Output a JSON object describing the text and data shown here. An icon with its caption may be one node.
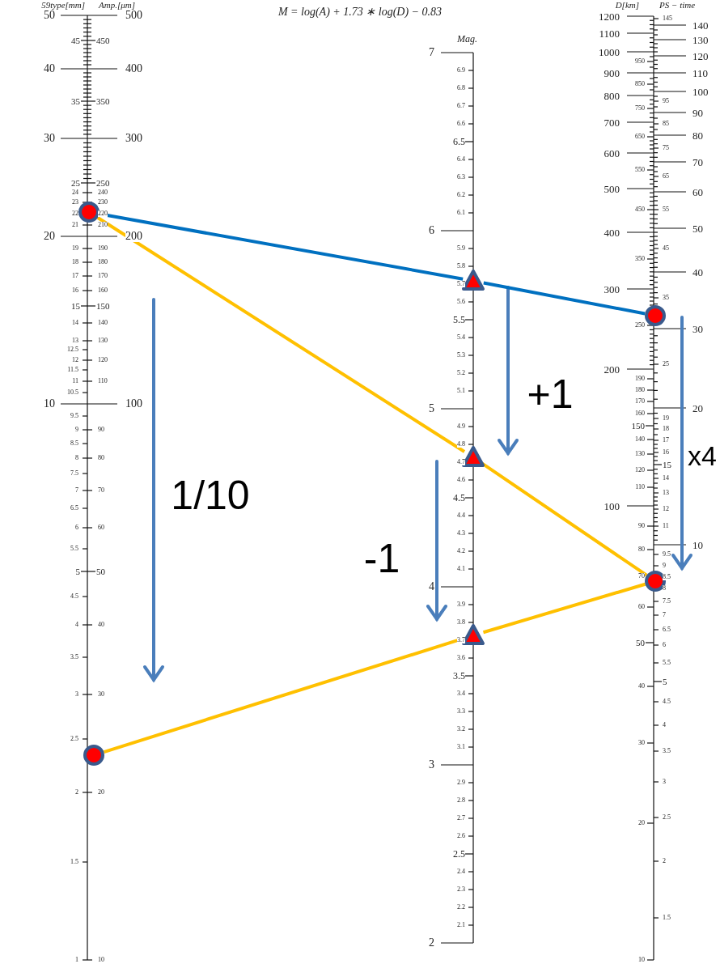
{
  "diagram": {
    "title": "M = log(A) + 1.73 ∗ log(D) − 0.83",
    "nodes": [
      {
        "text": [],
        "shape": "circle"
      },
      {
        "text": [],
        "shape": "triangle"
      },
      {
        "text": [],
        "shape": "circle"
      },
      {
        "text": [],
        "shape": "triangle"
      },
      {
        "text": [],
        "shape": "circle"
      },
      {
        "text": [],
        "shape": "circle"
      },
      {
        "text": [],
        "shape": "triangle"
      }
    ],
    "edges": [
      {
        "from": 0,
        "to": 1,
        "arrow": "none",
        "color": "#0070c0"
      },
      {
        "from": 1,
        "to": 2,
        "arrow": "none",
        "color": "#0070c0"
      },
      {
        "from": 0,
        "to": 3,
        "arrow": "none"
      },
      {
        "from": 3,
        "to": 4,
        "arrow": "none"
      },
      {
        "from": 5,
        "to": 6,
        "arrow": "none"
      },
      {
        "from": 6,
        "to": 4,
        "arrow": "none"
      }
    ],
    "labels": [
      "59type[mm]",
      "Amp.[μm]",
      "Mag.",
      "D[km]",
      "PS − time",
      "50",
      "45",
      "40",
      "35",
      "30",
      "25",
      "24",
      "23",
      "22",
      "21",
      "20",
      "19",
      "18",
      "17",
      "16",
      "15",
      "14",
      "13",
      "12.5",
      "12",
      "11.5",
      "11",
      "10.5",
      "10",
      "9.5",
      "9",
      "8.5",
      "8",
      "7.5",
      "7",
      "6.5",
      "6",
      "5.5",
      "5",
      "4.5",
      "4",
      "3.5",
      "3",
      "2.5",
      "2",
      "1.5",
      "1",
      "500",
      "450",
      "400",
      "350",
      "300",
      "250",
      "240",
      "230",
      "220",
      "210",
      "200",
      "190",
      "180",
      "170",
      "160",
      "150",
      "140",
      "130",
      "120",
      "110",
      "100",
      "90",
      "80",
      "70",
      "60",
      "50",
      "40",
      "30",
      "20",
      "10",
      "7",
      "6.9",
      "6.8",
      "6.7",
      "6.6",
      "6.5",
      "6.4",
      "6.3",
      "6.2",
      "6.1",
      "6",
      "5.9",
      "5.8",
      "5.7",
      "5.6",
      "5.5",
      "5.4",
      "5.3",
      "5.2",
      "5.1",
      "5",
      "4.9",
      "4.8",
      "4.7",
      "4.6",
      "4.5",
      "4.4",
      "4.3",
      "4.2",
      "4.1",
      "4",
      "3.9",
      "3.8",
      "3.7",
      "3.6",
      "3.5",
      "3.4",
      "3.3",
      "3.2",
      "3.1",
      "3",
      "2.9",
      "2.8",
      "2.7",
      "2.6",
      "2.5",
      "2.4",
      "2.3",
      "2.2",
      "2.1",
      "2",
      "1200",
      "1100",
      "1000",
      "950",
      "900",
      "850",
      "800",
      "750",
      "700",
      "650",
      "600",
      "550",
      "500",
      "450",
      "400",
      "350",
      "300",
      "250",
      "200",
      "190",
      "180",
      "170",
      "160",
      "150",
      "140",
      "130",
      "120",
      "110",
      "100",
      "90",
      "80",
      "70",
      "60",
      "50",
      "40",
      "30",
      "20",
      "10",
      "145",
      "140",
      "130",
      "120",
      "110",
      "100",
      "95",
      "90",
      "85",
      "80",
      "75",
      "70",
      "65",
      "60",
      "55",
      "50",
      "45",
      "40",
      "35",
      "30",
      "25",
      "20",
      "19",
      "18",
      "17",
      "16",
      "15",
      "14",
      "13",
      "12",
      "11",
      "10",
      "9.5",
      "9",
      "8.5",
      "8",
      "7.5",
      "7",
      "6.5",
      "6",
      "5.5",
      "5",
      "4.5",
      "4",
      "3.5",
      "3",
      "2.5",
      "2",
      "1.5",
      "1/10",
      "+1",
      "-1",
      "x4"
    ]
  }
}
